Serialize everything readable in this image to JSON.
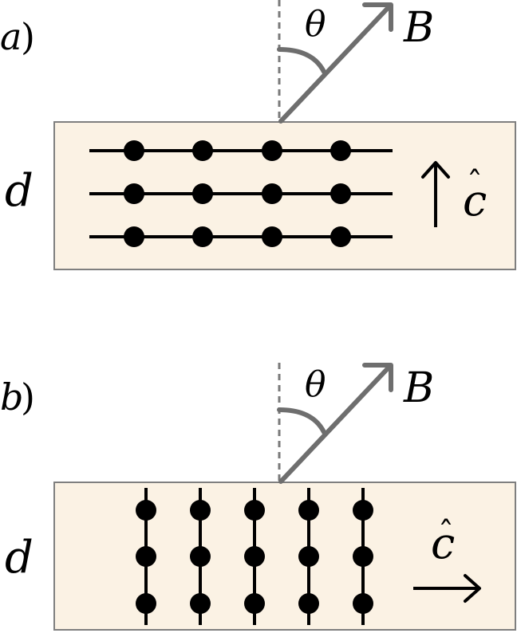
{
  "colors": {
    "slab_fill": "#fbf2e4",
    "slab_stroke": "#7f7f7f",
    "field_arrow": "#6e6e6e",
    "normal_line": "#7a7a7a",
    "atoms": "#000000"
  },
  "panel_a": {
    "label_letter": "a",
    "label_paren": ")",
    "angle_label": "θ",
    "field_label": "B",
    "thickness_label": "d",
    "axis_hat": "ˆ",
    "axis_letter": "c",
    "axis_direction": "up",
    "chain_orientation": "horizontal",
    "chains": 3,
    "atoms_per_chain": 4
  },
  "panel_b": {
    "label_letter": "b",
    "label_paren": ")",
    "angle_label": "θ",
    "field_label": "B",
    "thickness_label": "d",
    "axis_hat": "ˆ",
    "axis_letter": "c",
    "axis_direction": "right",
    "chain_orientation": "vertical",
    "chains": 5,
    "atoms_per_chain": 3
  }
}
